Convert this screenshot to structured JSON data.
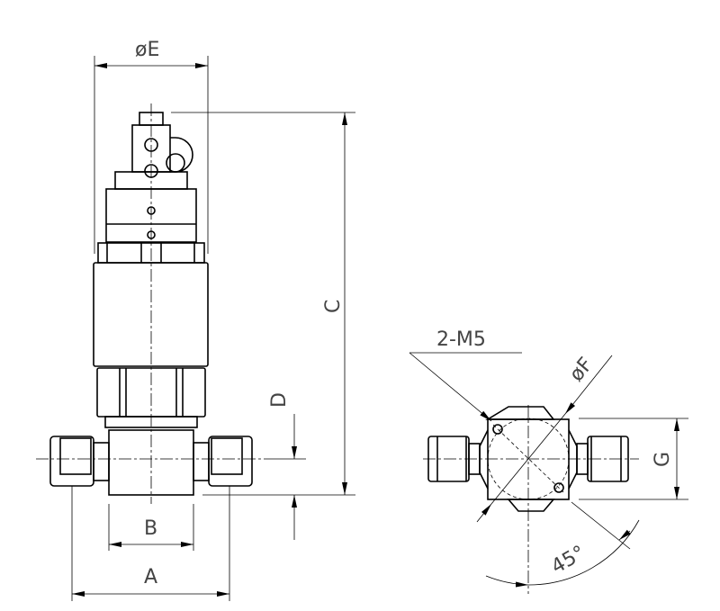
{
  "dimensions": {
    "E": "øE",
    "C": "C",
    "D": "D",
    "B": "B",
    "A": "A",
    "F": "øF",
    "G": "G",
    "thread": "2-M5",
    "angle": "45°"
  }
}
